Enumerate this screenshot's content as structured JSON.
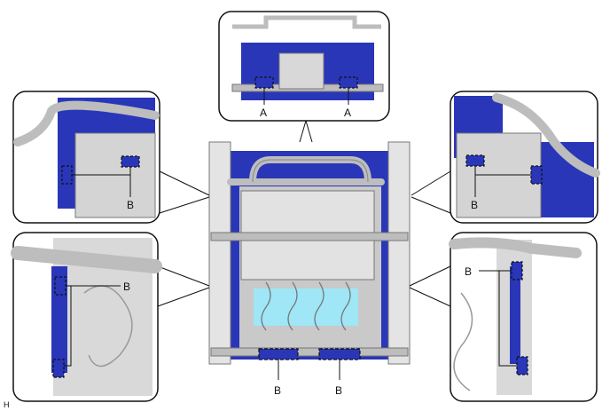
{
  "labels": {
    "clip_a": "A",
    "clip_b": "B"
  },
  "figure_code": "H",
  "colors": {
    "pad_blue": "#2a36b8",
    "frame_gray": "#d6d6d6",
    "cyan_panel": "#9fe6f6",
    "callout_border": "#111111"
  }
}
